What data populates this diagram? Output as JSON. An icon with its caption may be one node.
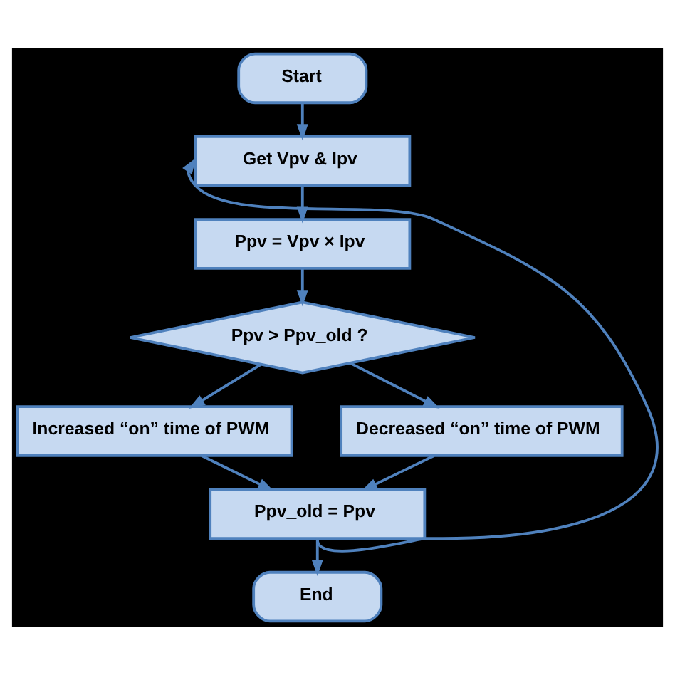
{
  "diagram": {
    "nodes": [
      {
        "text": [
          "Start"
        ]
      },
      {
        "text": [
          "Get Vpv & Ipv"
        ]
      },
      {
        "text": [
          "Ppv = Vpv × Ipv"
        ]
      },
      {
        "text": [
          "Ppv > Ppv_old ?"
        ]
      },
      {
        "text": [
          "Increased “on” time of PWM"
        ]
      },
      {
        "text": [
          "Decreased “on” time of PWM"
        ]
      },
      {
        "text": [
          "Ppv_old = Ppv"
        ]
      },
      {
        "text": [
          "End"
        ]
      }
    ],
    "edges": [
      {
        "from": 0,
        "to": 1,
        "arrow": "to"
      },
      {
        "from": 1,
        "to": 2,
        "arrow": "to"
      },
      {
        "from": 2,
        "to": 3,
        "arrow": "to"
      },
      {
        "from": 3,
        "to": 4,
        "arrow": "to"
      },
      {
        "from": 3,
        "to": 5,
        "arrow": "to"
      },
      {
        "from": 4,
        "to": 6,
        "arrow": "to"
      },
      {
        "from": 5,
        "to": 6,
        "arrow": "to"
      },
      {
        "from": 6,
        "to": 1,
        "arrow": "to"
      },
      {
        "from": 6,
        "to": 7,
        "arrow": "to"
      }
    ]
  }
}
